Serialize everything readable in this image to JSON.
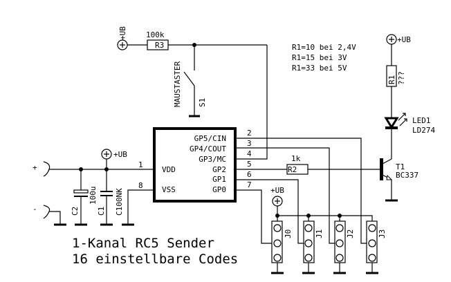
{
  "title": {
    "line1": "1-Kanal RC5 Sender",
    "line2": "16 einstellbare Codes"
  },
  "notes": [
    "R1=10 bei 2,4V",
    "R1=15 bei 3V",
    "R1=33 bei 5V"
  ],
  "supply_label": "+UB",
  "connectors": {
    "plus": "+",
    "minus": "-"
  },
  "ic": {
    "pins_left": [
      {
        "num": "1",
        "name": "VDD"
      },
      {
        "num": "8",
        "name": "VSS"
      }
    ],
    "pins_right": [
      {
        "num": "2",
        "name": "GP5/CIN"
      },
      {
        "num": "3",
        "name": "GP4/COUT"
      },
      {
        "num": "4",
        "name": "GP3/MC"
      },
      {
        "num": "5",
        "name": "GP2"
      },
      {
        "num": "6",
        "name": "GP1"
      },
      {
        "num": "7",
        "name": "GP0"
      }
    ]
  },
  "components": {
    "r3": {
      "ref": "R3",
      "value": "100k"
    },
    "r2": {
      "ref": "R2",
      "value": "1k"
    },
    "r1": {
      "ref": "R1",
      "value": "???"
    },
    "s1": {
      "ref": "S1",
      "value": "MAUSTASTER"
    },
    "c1": {
      "ref": "C1",
      "value": "C100NK"
    },
    "c2": {
      "ref": "C2",
      "value": "100u"
    },
    "led1": {
      "ref": "LED1",
      "value": "LD274"
    },
    "t1": {
      "ref": "T1",
      "value": "BC337"
    },
    "jumpers": [
      {
        "ref": "J0"
      },
      {
        "ref": "J1"
      },
      {
        "ref": "J2"
      },
      {
        "ref": "J3"
      }
    ]
  }
}
